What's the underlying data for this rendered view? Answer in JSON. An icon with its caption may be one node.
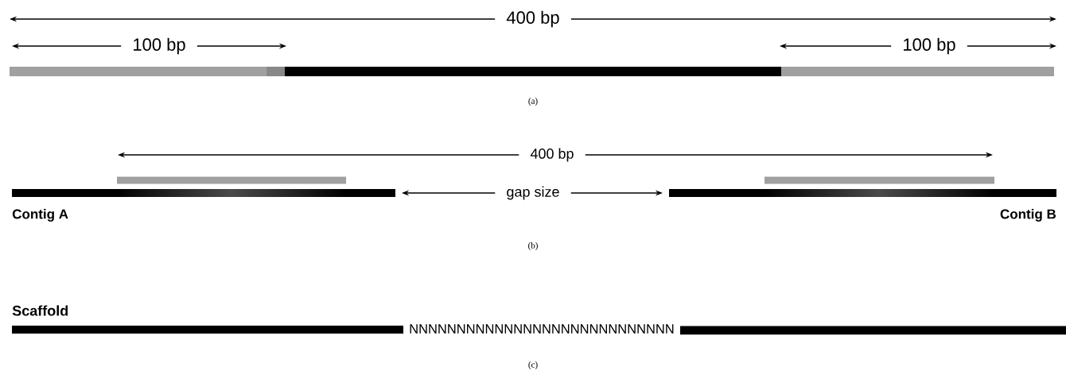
{
  "diagram": {
    "labels": [
      "400 bp",
      "100 bp",
      "100 bp",
      "(a)",
      "400 bp",
      "gap size",
      "Contig A",
      "Contig B",
      "(b)",
      "Scaffold",
      "NNNNNNNNNNNNNNNNNNNNNNNNNNNN",
      "(c)"
    ]
  }
}
